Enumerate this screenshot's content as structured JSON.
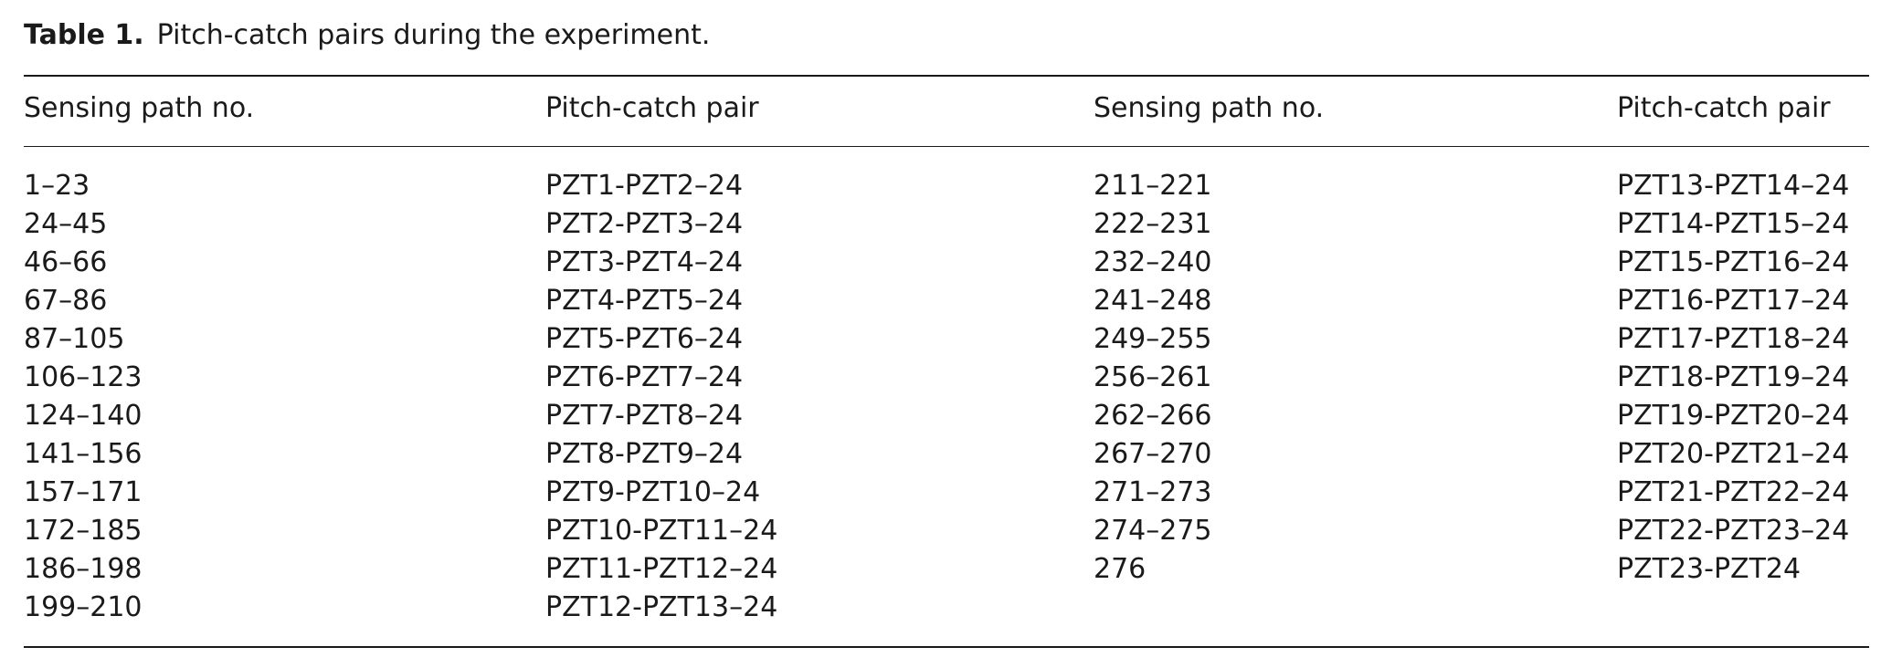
{
  "caption": {
    "label": "Table 1.",
    "text": "Pitch-catch pairs during the experiment."
  },
  "table": {
    "headers": [
      "Sensing path no.",
      "Pitch-catch pair",
      "Sensing path no.",
      "Pitch-catch pair"
    ],
    "rows": [
      [
        "1–23",
        "PZT1-PZT2–24",
        "211–221",
        "PZT13-PZT14–24"
      ],
      [
        "24–45",
        "PZT2-PZT3–24",
        "222–231",
        "PZT14-PZT15–24"
      ],
      [
        "46–66",
        "PZT3-PZT4–24",
        "232–240",
        "PZT15-PZT16–24"
      ],
      [
        "67–86",
        "PZT4-PZT5–24",
        "241–248",
        "PZT16-PZT17–24"
      ],
      [
        "87–105",
        "PZT5-PZT6–24",
        "249–255",
        "PZT17-PZT18–24"
      ],
      [
        "106–123",
        "PZT6-PZT7–24",
        "256–261",
        "PZT18-PZT19–24"
      ],
      [
        "124–140",
        "PZT7-PZT8–24",
        "262–266",
        "PZT19-PZT20–24"
      ],
      [
        "141–156",
        "PZT8-PZT9–24",
        "267–270",
        "PZT20-PZT21–24"
      ],
      [
        "157–171",
        "PZT9-PZT10–24",
        "271–273",
        "PZT21-PZT22–24"
      ],
      [
        "172–185",
        "PZT10-PZT11–24",
        "274–275",
        "PZT22-PZT23–24"
      ],
      [
        "186–198",
        "PZT11-PZT12–24",
        "276",
        "PZT23-PZT24"
      ],
      [
        "199–210",
        "PZT12-PZT13–24",
        "",
        ""
      ]
    ]
  }
}
